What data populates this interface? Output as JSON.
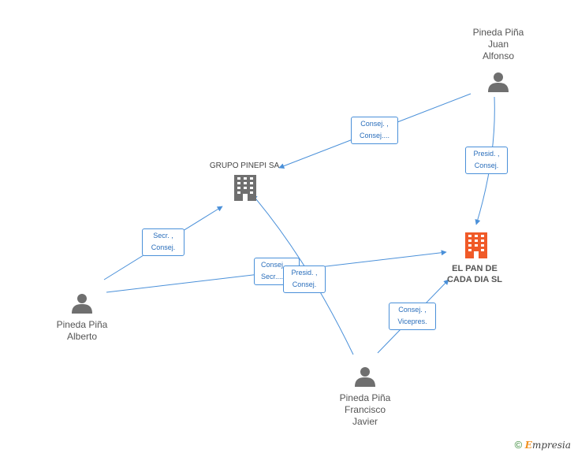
{
  "colors": {
    "edge": "#4a90d9",
    "person": "#6f6f6f",
    "company": "#6f6f6f",
    "main_company": "#f05a28"
  },
  "nodes": {
    "juan": {
      "label": "Pineda Piña\nJuan\nAlfonso",
      "icon": "person-icon"
    },
    "grupo": {
      "label": "GRUPO PINEPI SA",
      "icon": "building-icon"
    },
    "elpan": {
      "label": "EL PAN DE\nCADA DIA SL",
      "icon": "building-icon"
    },
    "alberto": {
      "label": "Pineda Piña\nAlberto",
      "icon": "person-icon"
    },
    "francisco": {
      "label": "Pineda Piña\nFrancisco\nJavier",
      "icon": "person-icon"
    }
  },
  "edges": {
    "juan_grupo": {
      "line1": "Consej. ,",
      "line2": "Consej...."
    },
    "juan_elpan": {
      "line1": "Presid. ,",
      "line2": "Consej."
    },
    "alberto_grupo": {
      "line1": "Secr. ,",
      "line2": "Consej."
    },
    "alberto_elpan": {
      "line1": "Consej. ,",
      "line2": "Secr...."
    },
    "francisco_grupo": {
      "line1": "Presid. ,",
      "line2": "Consej."
    },
    "francisco_elpan": {
      "line1": "Consej. ,",
      "line2": "Vicepres."
    }
  },
  "footer": {
    "copyright_symbol": "©",
    "brand_initial": "E",
    "brand_rest": "mpresia"
  }
}
